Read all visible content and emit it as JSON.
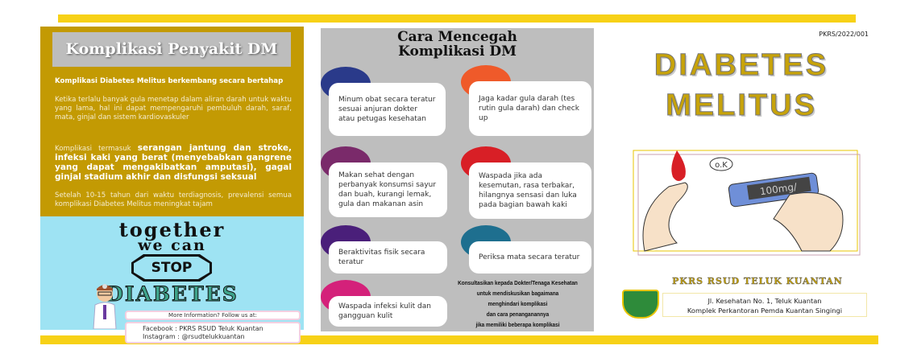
{
  "left_panel": {
    "title": "Komplikasi Penyakit DM",
    "p0": "Komplikasi Diabetes Melitus berkembang secara bertahap",
    "p1": "Ketika terlalu banyak gula menetap dalam aliran darah untuk waktu yang lama, hal ini dapat mempengaruhi pembuluh darah, saraf, mata, ginjal dan sistem kardiovaskuler",
    "p2_lead": "Komplikasi termasuk ",
    "p2_bold": "serangan jantung dan stroke, infeksi kaki yang berat (menyebabkan gangrene yang dapat mengakibatkan amputasi), gagal ginjal stadium akhir dan disfungsi seksual",
    "p3": "Setelah 10-15 tahun dari waktu terdiagnosis, prevalensi semua komplikasi Diabetes Melitus meningkat tajam"
  },
  "poster": {
    "line1": "together",
    "line2": "we can",
    "stop": "STOP",
    "diabetes": "DIABETES",
    "more_info": "More Information? Follow us at:",
    "facebook": "Facebook : PKRS RSUD Teluk Kuantan",
    "instagram": "Instagram : @rsudtelukkuantan"
  },
  "middle_panel": {
    "title_line1": "Cara Mencegah",
    "title_line2": "Komplikasi DM",
    "tips": [
      {
        "text": "Minum obat secara teratur sesuai anjuran dokter atau petugas kesehatan",
        "icon": "pills-icon",
        "color": "#2a3a8a"
      },
      {
        "text": "Jaga kadar gula darah (tes rutin gula darah) dan check up",
        "icon": "glucometer-icon",
        "color": "#ef5a2a"
      },
      {
        "text": "Makan sehat dengan perbanyak konsumsi sayur dan  buah, kurangi lemak, gula dan makanan asin",
        "icon": "food-bowl-icon",
        "color": "#7a2a6a"
      },
      {
        "text": "Waspada jika ada kesemutan, rasa terbakar, hilangnya sensasi dan luka pada bagian bawah kaki",
        "icon": "foot-icon",
        "color": "#d81f26"
      },
      {
        "text": "Beraktivitas fisik secara teratur",
        "icon": "exercise-icon",
        "color": "#4a1f7a"
      },
      {
        "text": "Periksa mata secara teratur",
        "icon": "eye-exam-icon",
        "color": "#1e6f8f"
      },
      {
        "text": "Waspada infeksi kulit dan gangguan kulit",
        "icon": "skin-icon",
        "color": "#d4217a"
      }
    ],
    "consult": [
      "Konsultasikan kepada Dokter/Tenaga Kesehatan",
      "untuk mendiskusikan bagaimana",
      "menghindari komplikasi",
      "dan cara penanganannya",
      "jika memiliki beberapa komplikasi"
    ]
  },
  "cover": {
    "code": "PKRS/2022/001",
    "title1": "DIABETES",
    "title2": "MELITUS",
    "bubble": "o.K",
    "meter": "100mg/",
    "org": "PKRS RSUD TELUK KUANTAN",
    "address1": "Jl. Kesehatan No. 1, Teluk Kuantan",
    "address2": "Komplek Perkantoran Pemda Kuantan Singingi"
  },
  "colors": {
    "gold": "#c39a03",
    "yellow": "#f7d117",
    "gray": "#bebebe",
    "sky": "#9ee3f3"
  }
}
